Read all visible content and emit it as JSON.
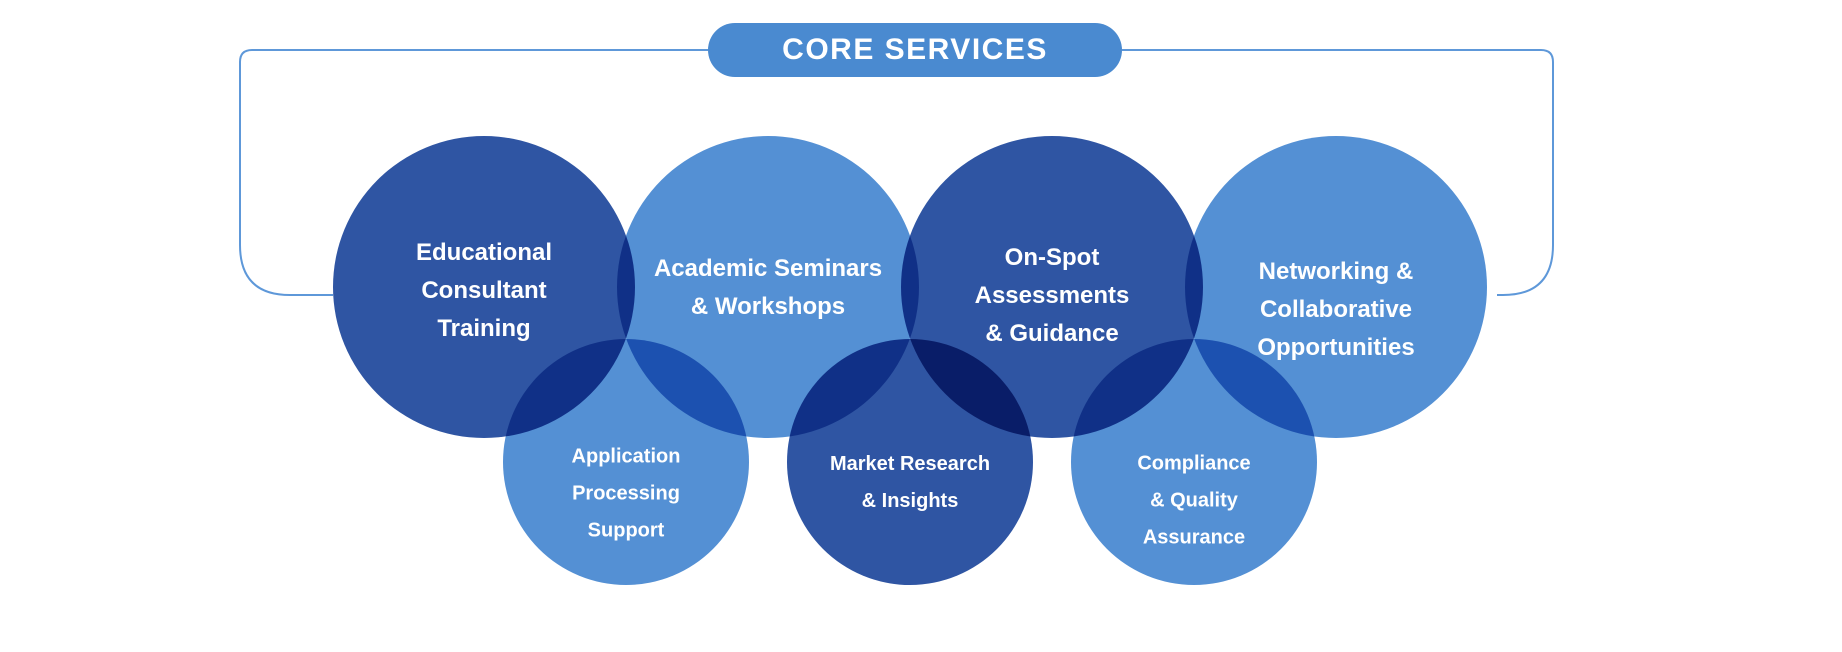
{
  "header": {
    "title": "CORE SERVICES"
  },
  "palette": {
    "dark_circle_blue": "#2F55A3",
    "light_circle_blue": "#5490D4",
    "pill_blue": "#4A8AD0",
    "connector_blue": "#5E98D9",
    "text_color": "#FFFFFF",
    "background": "#FFFFFF"
  },
  "services": {
    "top_row": [
      {
        "label": "Educational Consultant Training",
        "lines": [
          "Educational",
          "Consultant",
          "Training"
        ],
        "color": "dark_circle_blue"
      },
      {
        "label": "Academic Seminars & Workshops",
        "lines": [
          "Academic Seminars",
          "& Workshops"
        ],
        "color": "light_circle_blue"
      },
      {
        "label": "On-Spot Assessments & Guidance",
        "lines": [
          "On-Spot",
          "Assessments",
          "& Guidance"
        ],
        "color": "dark_circle_blue"
      },
      {
        "label": "Networking & Collaborative Opportunities",
        "lines": [
          "Networking &",
          "Collaborative",
          "Opportunities"
        ],
        "color": "light_circle_blue"
      }
    ],
    "bottom_row": [
      {
        "label": "Application Processing Support",
        "lines": [
          "Application",
          "Processing",
          "Support"
        ],
        "color": "light_circle_blue"
      },
      {
        "label": "Market Research & Insights",
        "lines": [
          "Market Research",
          "& Insights"
        ],
        "color": "dark_circle_blue"
      },
      {
        "label": "Compliance & Quality Assurance",
        "lines": [
          "Compliance",
          "& Quality",
          "Assurance"
        ],
        "color": "light_circle_blue"
      }
    ]
  }
}
